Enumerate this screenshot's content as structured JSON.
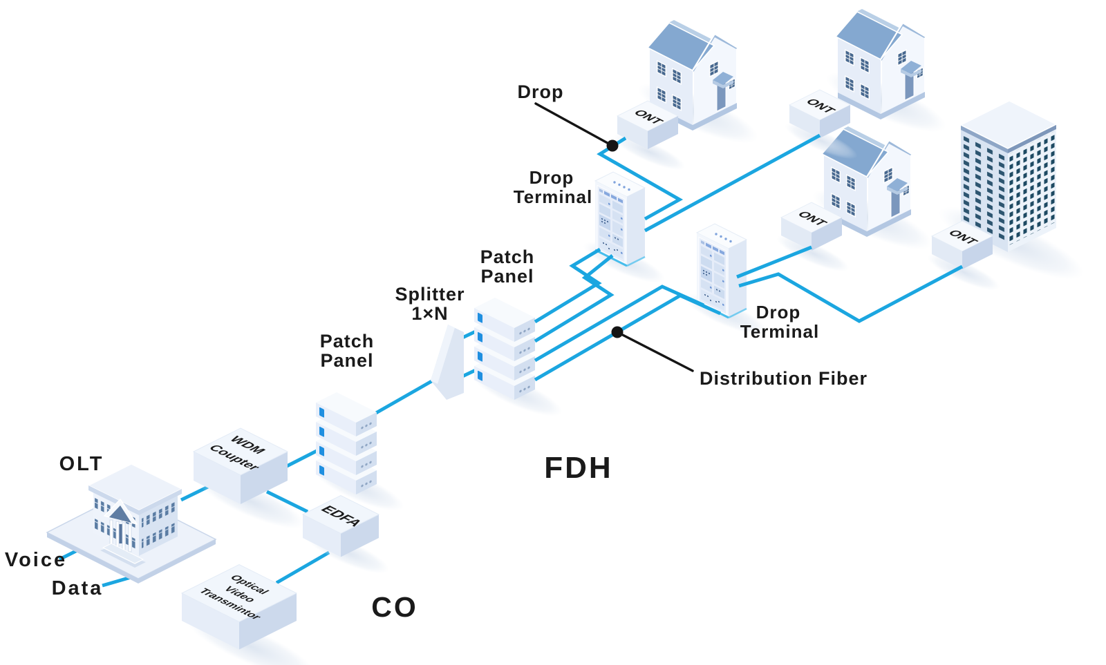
{
  "labels": {
    "olt": "OLT",
    "voice": "Voice",
    "data": "Data",
    "co": "CO",
    "fdh": "FDH",
    "drop": "Drop",
    "distribution_fiber": "Distribution Fiber",
    "wdm_coupler_line1": "WDM",
    "wdm_coupler_line2": "Coupter",
    "edfa": "EDFA",
    "optical_video_line1": "Optical",
    "optical_video_line2": "Video",
    "optical_video_line3": "Transmintor",
    "patch_panel_line1": "Patch",
    "patch_panel_line2": "Panel",
    "splitter_line1": "Splitter",
    "splitter_line2": "1×N",
    "drop_terminal_line1": "Drop",
    "drop_terminal_line2": "Terminal",
    "ont": "ONT"
  },
  "colors": {
    "fiber_blue": "#1ba6e0",
    "leader_black": "#151515",
    "roof_blue": "#84a8d0",
    "led_blue": "#1f8fe0",
    "cabinet_glow": "#45bdec",
    "tower_window": "#2d5570",
    "house_window": "#47688f"
  }
}
